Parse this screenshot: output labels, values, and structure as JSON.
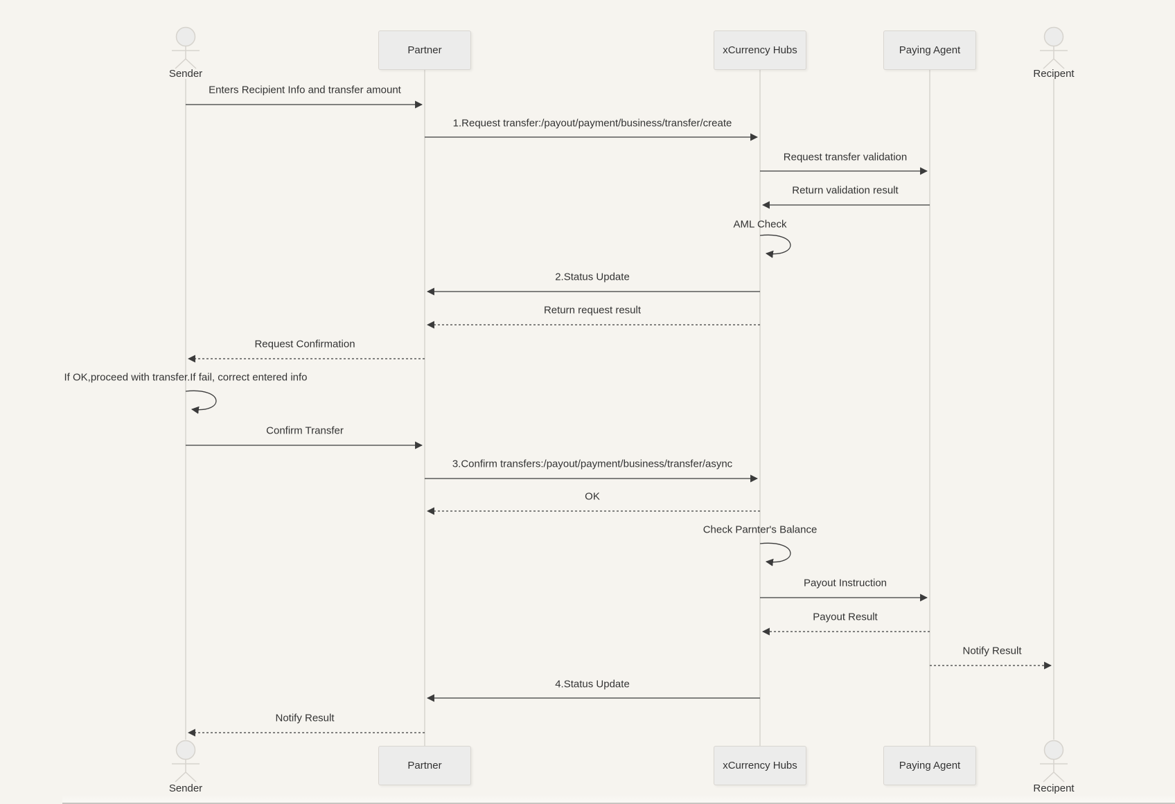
{
  "diagram": {
    "kind": "sequence-diagram",
    "participants": [
      {
        "id": "sender",
        "name": "Sender",
        "type": "actor"
      },
      {
        "id": "partner",
        "name": "Partner",
        "type": "participant"
      },
      {
        "id": "xcurrency",
        "name": "xCurrency Hubs",
        "type": "participant"
      },
      {
        "id": "payingagent",
        "name": "Paying Agent",
        "type": "participant"
      },
      {
        "id": "recipent",
        "name": "Recipent",
        "type": "actor"
      }
    ],
    "messages": [
      {
        "from": "Sender",
        "to": "Partner",
        "label": "Enters Recipient Info and transfer amount",
        "style": "solid"
      },
      {
        "from": "Partner",
        "to": "xCurrency Hubs",
        "label": "1.Request transfer:/payout/payment/business/transfer/create",
        "style": "solid"
      },
      {
        "from": "xCurrency Hubs",
        "to": "Paying Agent",
        "label": "Request transfer validation",
        "style": "solid"
      },
      {
        "from": "Paying Agent",
        "to": "xCurrency Hubs",
        "label": "Return validation result",
        "style": "solid"
      },
      {
        "from": "xCurrency Hubs",
        "to": "xCurrency Hubs",
        "label": "AML Check",
        "style": "self-loop"
      },
      {
        "from": "xCurrency Hubs",
        "to": "Partner",
        "label": "2.Status Update",
        "style": "solid"
      },
      {
        "from": "xCurrency Hubs",
        "to": "Partner",
        "label": "Return request result",
        "style": "dashed"
      },
      {
        "from": "Partner",
        "to": "Sender",
        "label": "Request Confirmation",
        "style": "dashed"
      },
      {
        "from": "Sender",
        "to": "Sender",
        "label": "If OK,proceed with transfer.If fail, correct entered info",
        "style": "self-loop"
      },
      {
        "from": "Sender",
        "to": "Partner",
        "label": "Confirm Transfer",
        "style": "solid"
      },
      {
        "from": "Partner",
        "to": "xCurrency Hubs",
        "label": "3.Confirm transfers:/payout/payment/business/transfer/async",
        "style": "solid"
      },
      {
        "from": "xCurrency Hubs",
        "to": "Partner",
        "label": "OK",
        "style": "dashed"
      },
      {
        "from": "xCurrency Hubs",
        "to": "xCurrency Hubs",
        "label": "Check Parnter's Balance",
        "style": "self-loop"
      },
      {
        "from": "xCurrency Hubs",
        "to": "Paying Agent",
        "label": "Payout Instruction",
        "style": "solid"
      },
      {
        "from": "Paying Agent",
        "to": "xCurrency Hubs",
        "label": "Payout Result",
        "style": "dashed"
      },
      {
        "from": "Paying Agent",
        "to": "Recipent",
        "label": "Notify Result",
        "style": "dashed"
      },
      {
        "from": "xCurrency Hubs",
        "to": "Partner",
        "label": "4.Status Update",
        "style": "solid"
      },
      {
        "from": "Partner",
        "to": "Sender",
        "label": "Notify Result",
        "style": "dashed"
      }
    ],
    "colors": {
      "background": "#f6f4ef",
      "participant_box_fill": "#ececeb",
      "participant_box_border": "#d9d6d1",
      "lifeline": "#cfccc6",
      "arrow": "#3b3b3b",
      "text": "#333333"
    }
  }
}
